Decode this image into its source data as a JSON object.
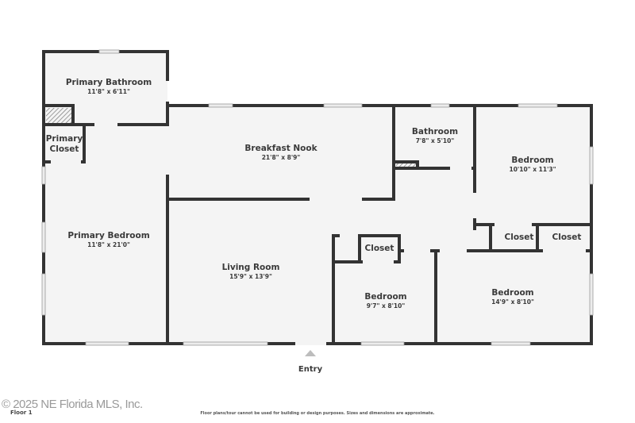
{
  "plan": {
    "floor_label": "Floor 1",
    "entry_label": "Entry",
    "disclaimer": "Floor plans/tour cannot be used for building or design purposes. Sizes and dimensions are approximate.",
    "watermark": "© 2025 NE Florida MLS, Inc.",
    "colors": {
      "wall": "#333333",
      "floor": "#f4f4f4",
      "window": "#e6e6e6",
      "entry_marker": "#bdbdbd"
    },
    "rooms": [
      {
        "id": "primary-bathroom",
        "name": "Primary Bathroom",
        "dims": "11'8\" x 6'11\""
      },
      {
        "id": "primary-closet",
        "name": "Primary\nCloset",
        "name_line1": "Primary",
        "name_line2": "Closet",
        "dims": ""
      },
      {
        "id": "primary-bedroom",
        "name": "Primary Bedroom",
        "dims": "11'8\" x 21'0\""
      },
      {
        "id": "breakfast-nook",
        "name": "Breakfast Nook",
        "dims": "21'8\" x 8'9\""
      },
      {
        "id": "living-room",
        "name": "Living Room",
        "dims": "15'9\" x 13'9\""
      },
      {
        "id": "bathroom",
        "name": "Bathroom",
        "dims": "7'8\" x 5'10\""
      },
      {
        "id": "bedroom-ne",
        "name": "Bedroom",
        "dims": "10'10\" x 11'3\""
      },
      {
        "id": "closet-ne-1",
        "name": "Closet",
        "dims": ""
      },
      {
        "id": "closet-ne-2",
        "name": "Closet",
        "dims": ""
      },
      {
        "id": "closet-mid",
        "name": "Closet",
        "dims": ""
      },
      {
        "id": "bedroom-s",
        "name": "Bedroom",
        "dims": "9'7\" x 8'10\""
      },
      {
        "id": "bedroom-se",
        "name": "Bedroom",
        "dims": "14'9\" x 8'10\""
      }
    ]
  }
}
